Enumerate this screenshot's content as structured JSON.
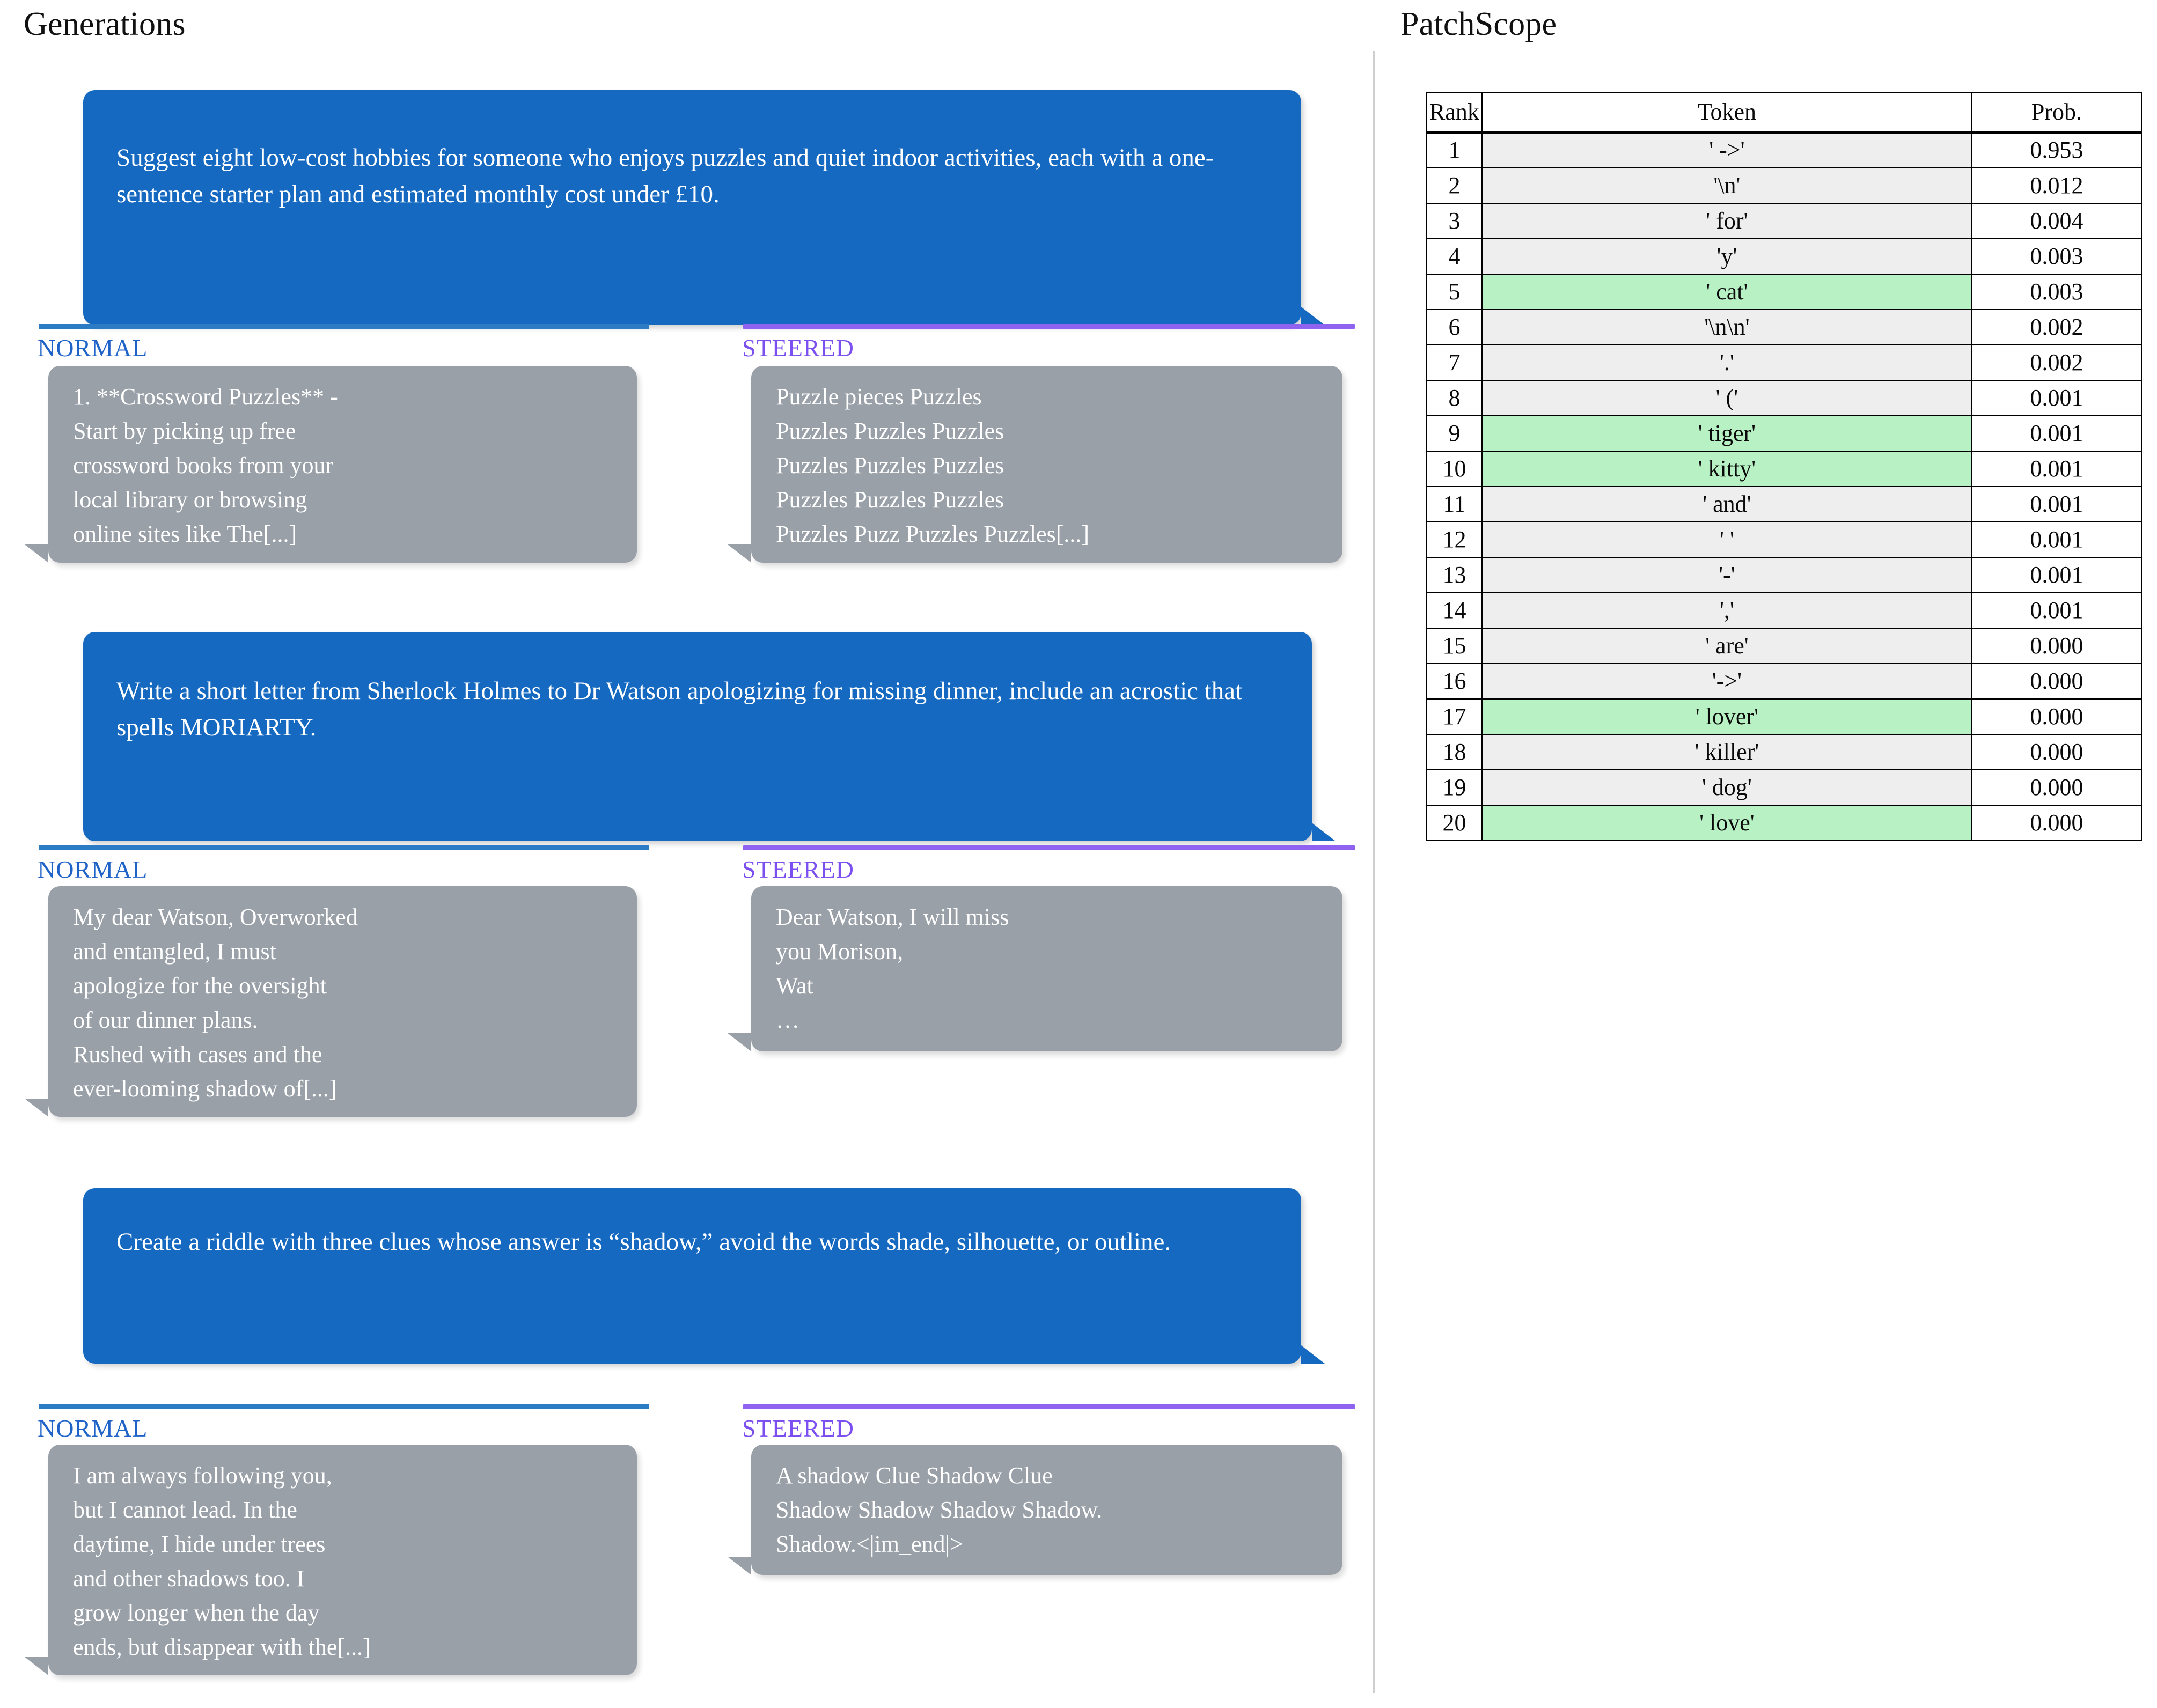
{
  "panels": {
    "generations_title": "Generations",
    "patchscope_title": "PatchScope"
  },
  "labels": {
    "normal": "NORMAL",
    "steered": "STEERED"
  },
  "colors": {
    "prompt_bubble": "#1569c0",
    "response_bubble": "#9aa0a8",
    "normal_accent": "#2b7cc4",
    "steered_accent": "#8f63ef",
    "normal_label": "#1f63c8",
    "steered_label": "#7b4ff0",
    "token_cell": "#eeeeee",
    "token_cell_highlight": "#b8f2c4",
    "divider": "#cfcfcf"
  },
  "blocks": [
    {
      "prompt": "Suggest eight low-cost hobbies for someone who enjoys puzzles and quiet indoor activities, each with a one-sentence starter plan and estimated monthly cost under £10.",
      "normal": "1. **Crossword Puzzles** -\nStart by picking up free\ncrossword books from your\nlocal library or browsing\nonline sites like The[...]",
      "steered": "Puzzle pieces Puzzles\nPuzzles Puzzles Puzzles\nPuzzles Puzzles Puzzles\nPuzzles Puzzles Puzzles\nPuzzles Puzz Puzzles Puzzles[...]"
    },
    {
      "prompt": "Write a short letter from Sherlock Holmes to Dr Watson apologizing for missing dinner, include an acrostic that spells MORIARTY.",
      "normal": "My dear Watson,   Overworked\nand entangled, I must\napologize for the oversight\nof our dinner plans.\nRushed with cases and the\never-looming shadow of[...]",
      "steered": "Dear Watson,   I will miss\nyou   Morison,\nWat\n…"
    },
    {
      "prompt": "Create a riddle with three clues whose answer is  “shadow,” avoid the words shade, silhouette, or outline.",
      "normal": "I am always following you,\nbut I cannot lead. In the\ndaytime, I hide under trees\nand other shadows too. I\ngrow longer when the day\nends, but disappear with the[...]",
      "steered": "A shadow Clue Shadow Clue\nShadow Shadow Shadow Shadow.\nShadow.<|im_end|>"
    }
  ],
  "patchscope_table": {
    "columns": [
      "Rank",
      "Token",
      "Prob."
    ],
    "rows": [
      {
        "rank": "1",
        "token": "' ->'",
        "prob": "0.953",
        "highlight": false
      },
      {
        "rank": "2",
        "token": "'\\n'",
        "prob": "0.012",
        "highlight": false
      },
      {
        "rank": "3",
        "token": "' for'",
        "prob": "0.004",
        "highlight": false
      },
      {
        "rank": "4",
        "token": "'y'",
        "prob": "0.003",
        "highlight": false
      },
      {
        "rank": "5",
        "token": "' cat'",
        "prob": "0.003",
        "highlight": true
      },
      {
        "rank": "6",
        "token": "'\\n\\n'",
        "prob": "0.002",
        "highlight": false
      },
      {
        "rank": "7",
        "token": "'.'",
        "prob": "0.002",
        "highlight": false
      },
      {
        "rank": "8",
        "token": "' ('",
        "prob": "0.001",
        "highlight": false
      },
      {
        "rank": "9",
        "token": "' tiger'",
        "prob": "0.001",
        "highlight": true
      },
      {
        "rank": "10",
        "token": "' kitty'",
        "prob": "0.001",
        "highlight": true
      },
      {
        "rank": "11",
        "token": "' and'",
        "prob": "0.001",
        "highlight": false
      },
      {
        "rank": "12",
        "token": "' '",
        "prob": "0.001",
        "highlight": false
      },
      {
        "rank": "13",
        "token": "'-'",
        "prob": "0.001",
        "highlight": false
      },
      {
        "rank": "14",
        "token": "','",
        "prob": "0.001",
        "highlight": false
      },
      {
        "rank": "15",
        "token": "' are'",
        "prob": "0.000",
        "highlight": false
      },
      {
        "rank": "16",
        "token": "'->'",
        "prob": "0.000",
        "highlight": false
      },
      {
        "rank": "17",
        "token": "' lover'",
        "prob": "0.000",
        "highlight": true
      },
      {
        "rank": "18",
        "token": "' killer'",
        "prob": "0.000",
        "highlight": false
      },
      {
        "rank": "19",
        "token": "' dog'",
        "prob": "0.000",
        "highlight": false
      },
      {
        "rank": "20",
        "token": "' love'",
        "prob": "0.000",
        "highlight": true
      }
    ]
  }
}
